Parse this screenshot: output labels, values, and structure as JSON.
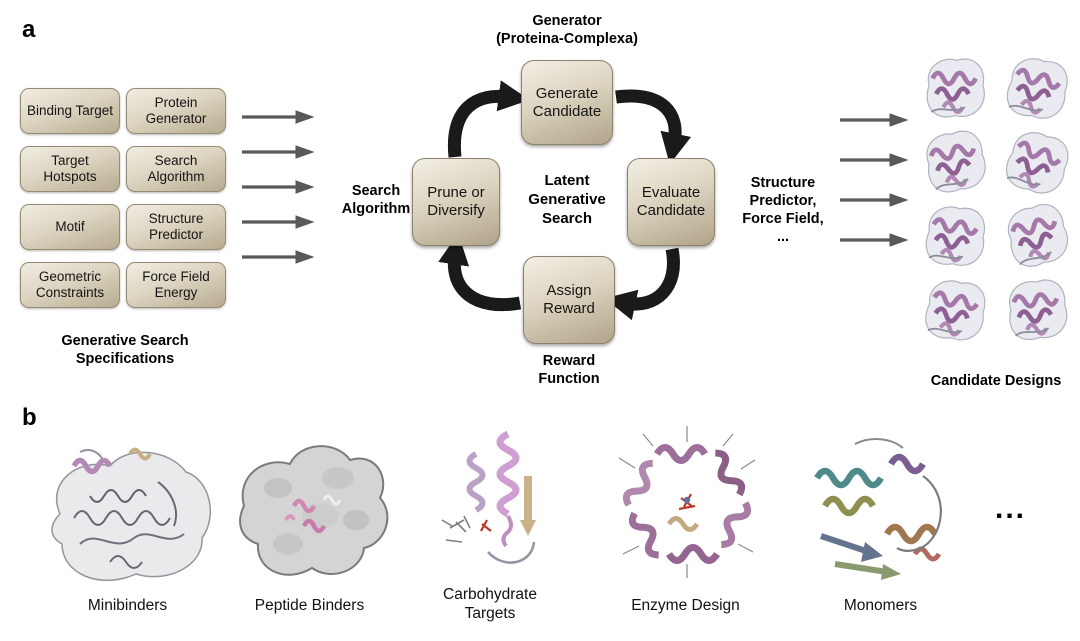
{
  "panel_a": {
    "label": "a",
    "spec_boxes": [
      "Binding Target",
      "Protein Generator",
      "Target Hotspots",
      "Search Algorithm",
      "Motif",
      "Structure Predictor",
      "Geometric Constraints",
      "Force Field Energy"
    ],
    "spec_caption": "Generative Search Specifications",
    "search_algorithm_label": "Search Algorithm",
    "cycle": {
      "top_label_line1": "Generator",
      "top_label_line2": "(Proteina-Complexa)",
      "center_label": "Latent Generative Search",
      "generate_box": "Generate Candidate",
      "evaluate_box": "Evaluate Candidate",
      "assign_box": "Assign Reward",
      "prune_box": "Prune or Diversify",
      "right_label": "Structure Predictor, Force Field, ...",
      "bottom_label": "Reward Function"
    },
    "output_caption": "Candidate Designs"
  },
  "panel_b": {
    "label": "b",
    "captions": [
      "Minibinders",
      "Peptide Binders",
      "Carbohydrate Targets",
      "Enzyme Design",
      "Monomers"
    ],
    "ellipsis": "..."
  },
  "colors": {
    "box_tan": "#c8bda4",
    "arrow_gray": "#595959",
    "cycle_arrow_black": "#1a1a1a",
    "protein_purple": "#a478a8"
  }
}
